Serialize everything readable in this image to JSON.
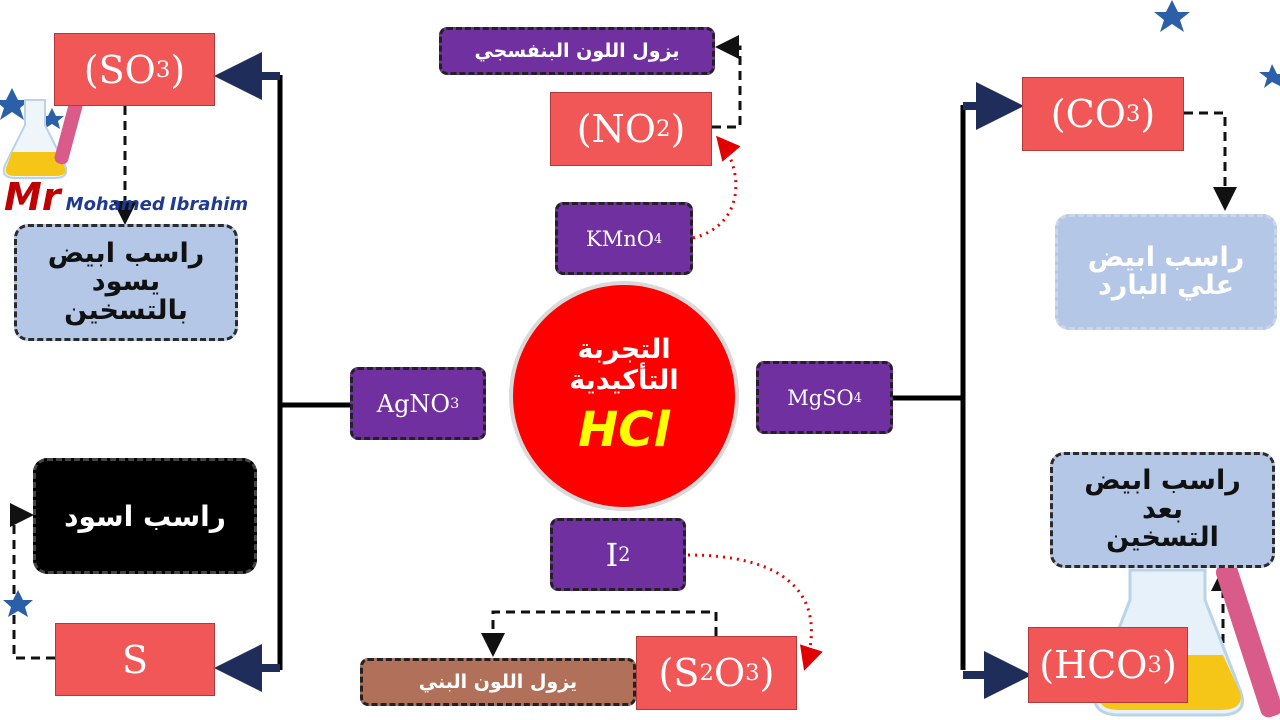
{
  "center": {
    "line1": "التجربة",
    "line2": "التأكيدية",
    "reagent": "HCl"
  },
  "left": {
    "so3": "SO",
    "so3_sub": "3",
    "so3_result": [
      "راسب ابيض",
      "يسود",
      "بالتسخين"
    ],
    "s": "S",
    "s_result": "راسب اسود",
    "agno3": {
      "main": "AgNO",
      "sub": "3"
    }
  },
  "top": {
    "no2": "NO",
    "no2_sub": "2",
    "no2_result": "يزول اللون البنفسجي",
    "kmno4": {
      "main": "KMnO",
      "sub": "4"
    }
  },
  "bottom": {
    "i2": {
      "main": "I",
      "sub": "2"
    },
    "s2o3": {
      "a": "S",
      "a_sub": "2",
      "b": "O",
      "b_sub": "3"
    },
    "s2o3_result": "يزول اللون البني"
  },
  "right": {
    "mgso4": {
      "main": "MgSO",
      "sub": "4"
    },
    "co3": "CO",
    "co3_sub": "3",
    "co3_result": [
      "راسب ابيض",
      "علي البارد"
    ],
    "hco3": "HCO",
    "hco3_sub": "3",
    "hco3_result": [
      "راسب ابيض",
      "بعد",
      "التسخين"
    ]
  },
  "logo": {
    "mr": "Mr",
    "name1": "Mohamed",
    "name2": "Ibrahim"
  },
  "colors": {
    "red_box": "#f25757",
    "purple_box": "#7030a0",
    "blue_box": "#b4c7e7",
    "arrow": "#1f2d5a",
    "circle": "#ff0000",
    "accent_text": "#ffff00"
  }
}
